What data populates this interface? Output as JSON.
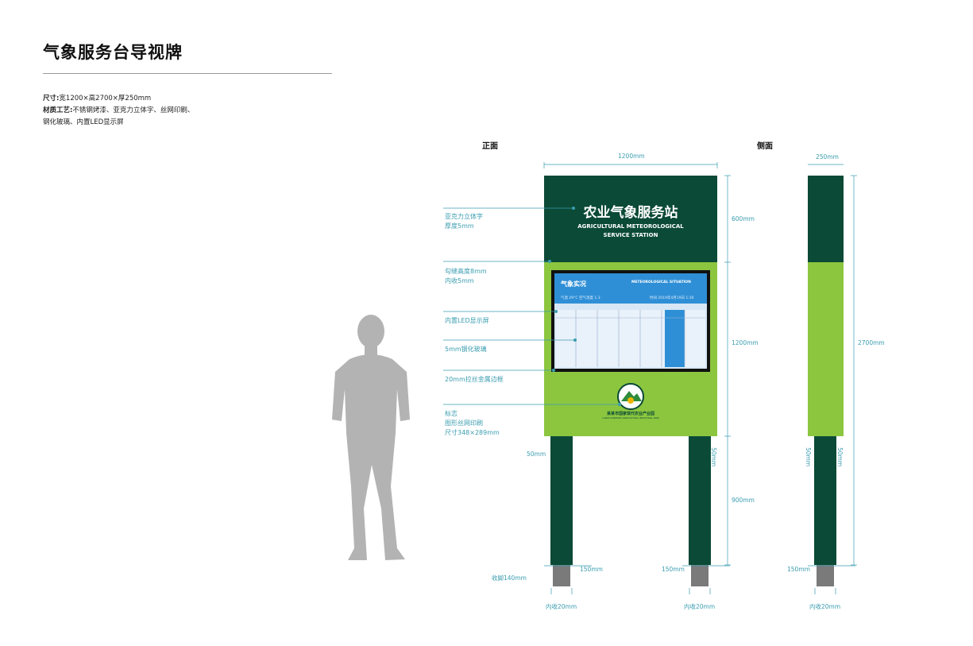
{
  "title": "气象服务台导视牌",
  "specs": {
    "size_label": "尺寸:",
    "size_value": "宽1200×高2700×厚250mm",
    "material_label": "材质工艺:",
    "material_line1": "不锈钢烤漆、亚克力立体字、丝网印刷、",
    "material_line2": "钢化玻璃、内置LED显示屏"
  },
  "views": {
    "front": "正面",
    "side": "侧面"
  },
  "sign": {
    "title_cn": "农业气象服务站",
    "title_en_1": "AGRICULTURAL METEOROLOGICAL",
    "title_en_2": "SERVICE STATION",
    "screen_title": "气象实况",
    "screen_title_en": "METEOROLOGICAL SITUATION",
    "screen_subline": "气温 29°C  空气湿度 1.3",
    "screen_subline_right": "时间 2019年4月19日 1:30",
    "logo_caption": "某某市国家现代农业产业园",
    "logo_caption_en": "LANDS SUBZONE AGRICULTURAL INDUSTRIAL PARK"
  },
  "annotations": [
    {
      "line1": "亚克力立体字",
      "line2": "厚度5mm"
    },
    {
      "line1": "勾缝高度8mm",
      "line2": "内收5mm"
    },
    {
      "line1": "内置LED显示屏",
      "line2": ""
    },
    {
      "line1": "5mm钢化玻璃",
      "line2": ""
    },
    {
      "line1": "20mm拉丝金属边框",
      "line2": ""
    },
    {
      "line1": "标志",
      "line2": "图形丝网印刷",
      "line3": "尺寸348×289mm"
    }
  ],
  "dimensions": {
    "front_width": "1200mm",
    "front_top_height": "600mm",
    "front_mid_height": "1200mm",
    "front_leg_height": "900mm",
    "total_height": "2700mm",
    "side_width": "250mm",
    "leg_gap_left": "50mm",
    "leg_gap_right": "50mm",
    "side_gap_left": "50mm",
    "side_gap_right": "50mm",
    "leg_width_1": "150mm",
    "leg_width_2": "150mm",
    "leg_width_3": "150mm",
    "foot_height": "收脚140mm",
    "inset_1": "内收20mm",
    "inset_2": "内收20mm",
    "inset_3": "内收20mm"
  },
  "colors": {
    "dark_green": "#0b4a36",
    "light_green": "#8cc63f",
    "screen_blue": "#2f8fd6",
    "dimension_blue": "#3a9db0",
    "silhouette_gray": "#b3b3b3"
  }
}
